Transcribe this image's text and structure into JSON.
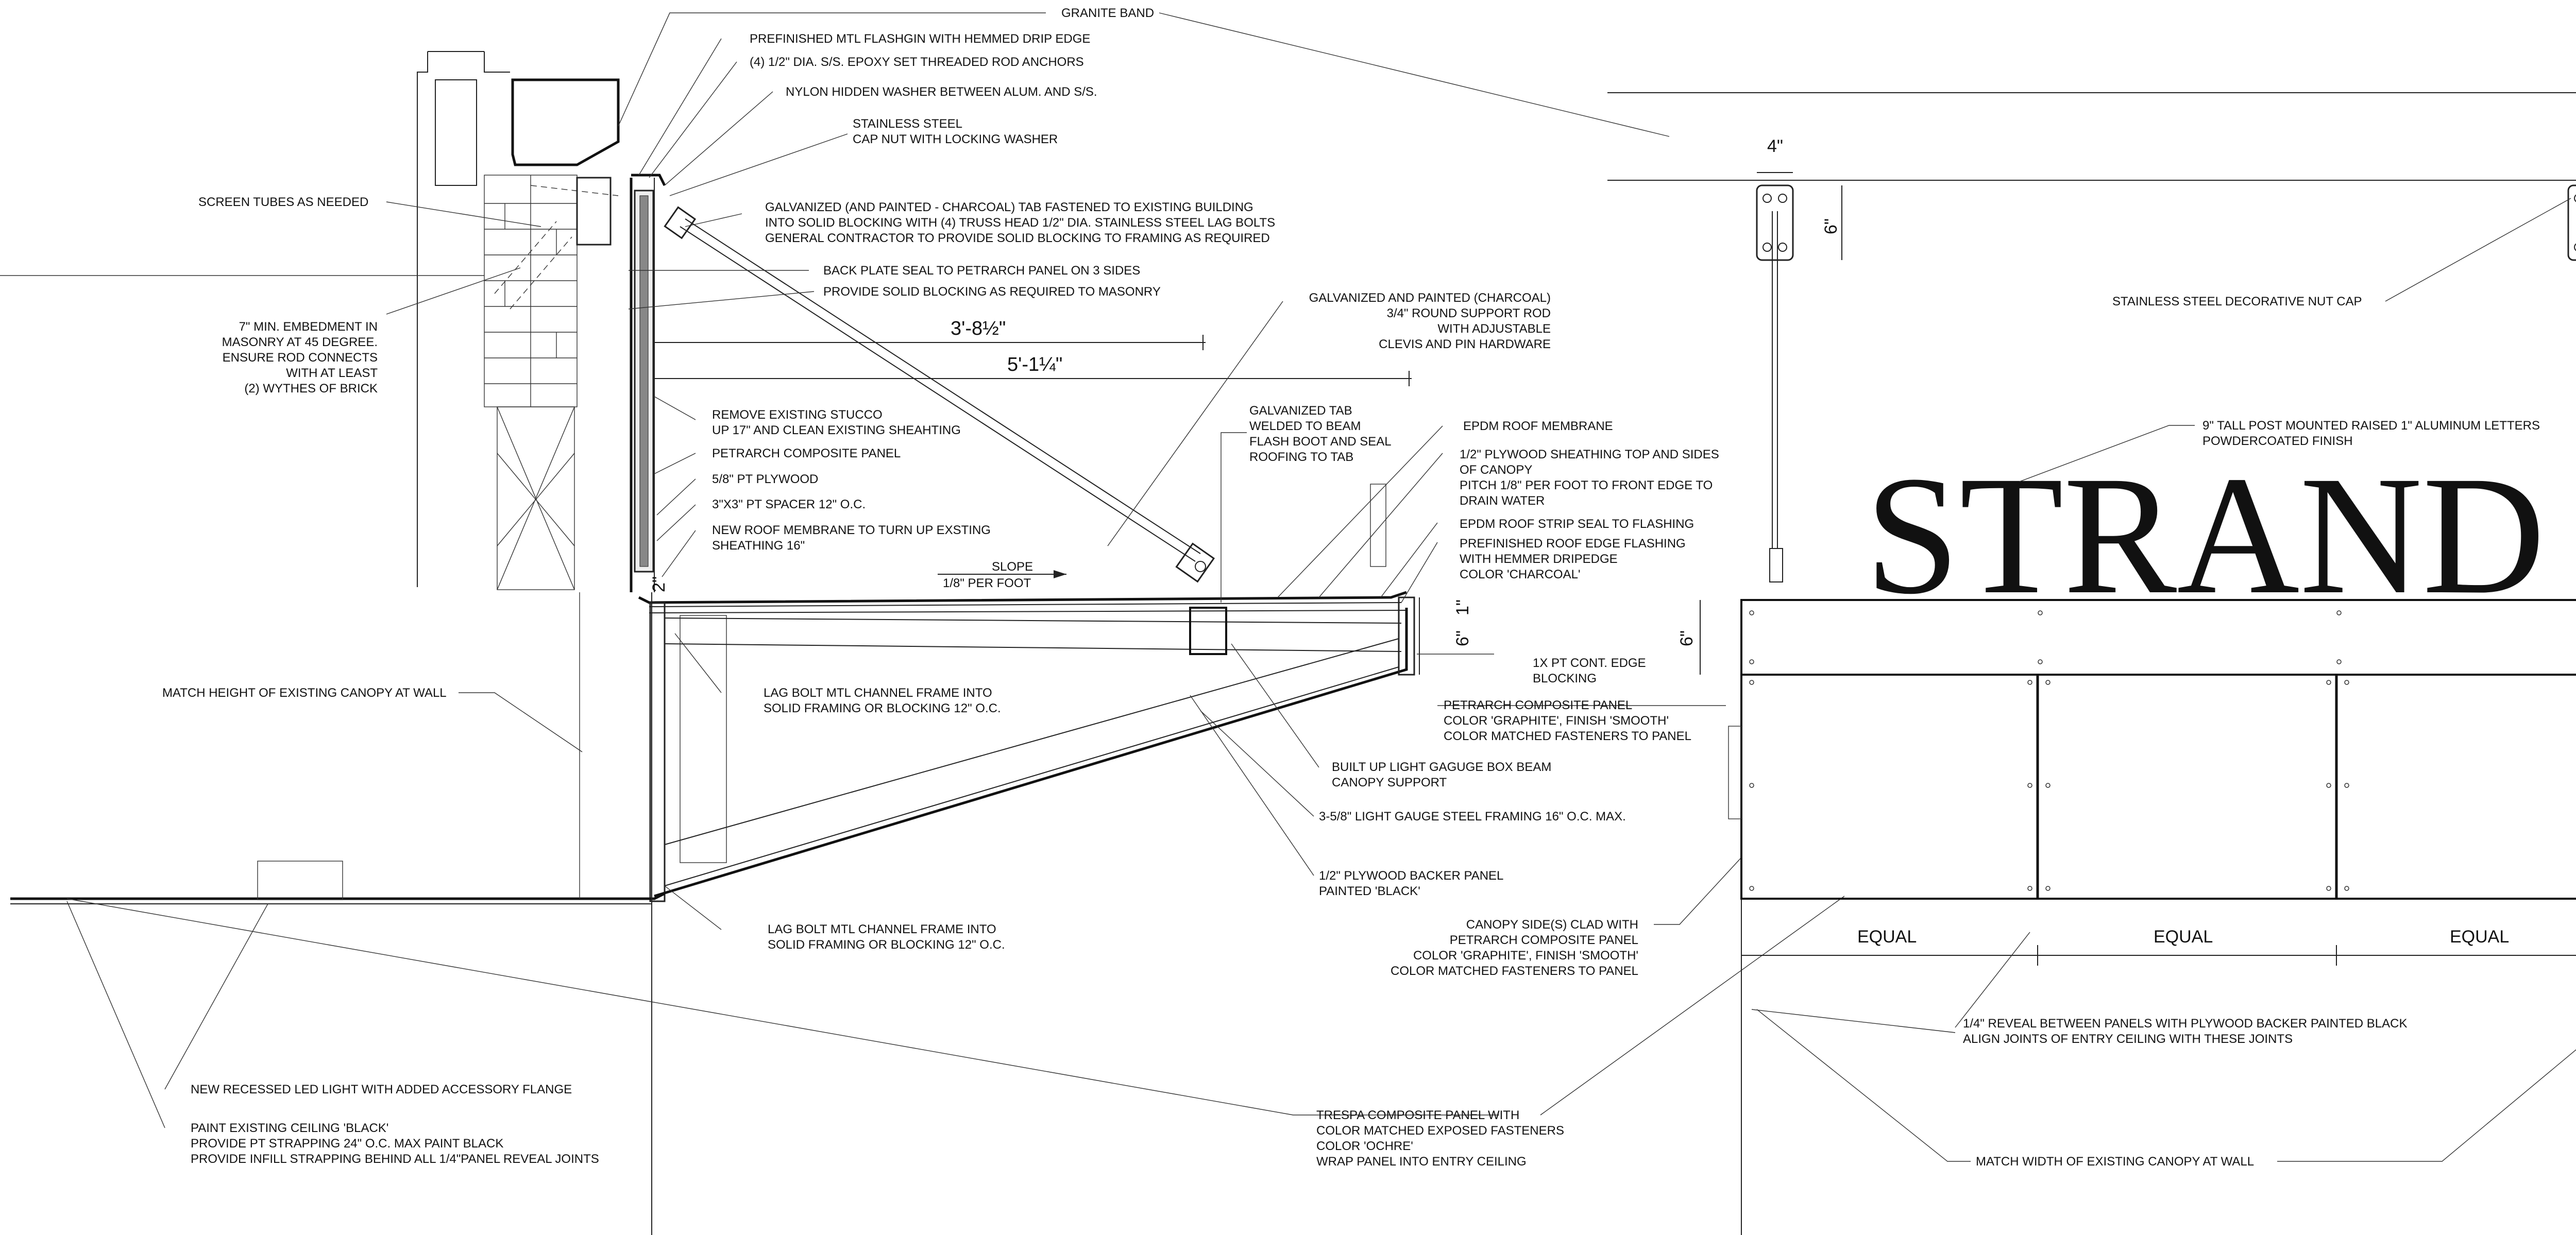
{
  "notes": {
    "granite_band": "GRANITE BAND",
    "flashing": "PREFINISHED MTL FLASHGIN WITH HEMMED DRIP EDGE",
    "rod_anchors": "(4) 1/2\" DIA. S/S. EPOXY SET THREADED ROD ANCHORS",
    "nylon_washer": "NYLON HIDDEN WASHER BETWEEN ALUM. AND S/S.",
    "cap_nut": [
      "STAINLESS STEEL",
      "CAP NUT WITH LOCKING WASHER"
    ],
    "screen_tubes": "SCREEN TUBES AS NEEDED",
    "galv_tab_building": [
      "GALVANIZED (AND PAINTED - CHARCOAL) TAB FASTENED TO EXISTING BUILDING",
      "INTO SOLID BLOCKING WITH (4) TRUSS HEAD 1/2\" DIA. STAINLESS STEEL LAG BOLTS",
      "GENERAL CONTRACTOR TO PROVIDE SOLID BLOCKING TO FRAMING AS REQUIRED"
    ],
    "back_plate": "BACK PLATE SEAL TO PETRARCH PANEL ON 3 SIDES",
    "solid_blocking": "PROVIDE SOLID BLOCKING AS REQUIRED TO MASONRY",
    "embedment": [
      "7\" MIN. EMBEDMENT IN",
      "MASONRY AT 45 DEGREE.",
      "ENSURE ROD CONNECTS",
      "WITH AT LEAST",
      "(2) WYTHES OF BRICK"
    ],
    "support_rod": [
      "GALVANIZED AND PAINTED (CHARCOAL)",
      "3/4\" ROUND SUPPORT ROD",
      "WITH ADJUSTABLE",
      "CLEVIS AND PIN HARDWARE"
    ],
    "remove_stucco": [
      "REMOVE EXISTING STUCCO",
      "UP 17\" AND CLEAN EXISTING SHEAHTING"
    ],
    "petrarch_panel": "PETRARCH COMPOSITE PANEL",
    "pt_plywood": "5/8\" PT PLYWOOD",
    "pt_spacer": "3\"X3\" PT SPACER 12\" O.C.",
    "new_roof_membrane": [
      "NEW ROOF MEMBRANE TO TURN UP EXSTING",
      "SHEATHING 16\""
    ],
    "galv_tab_beam": [
      "GALVANIZED TAB",
      "WELDED TO BEAM",
      "FLASH BOOT AND SEAL",
      "ROOFING TO TAB"
    ],
    "epdm_membrane": "EPDM ROOF MEMBRANE",
    "plywood_sheathing": [
      "1/2\" PLYWOOD SHEATHING TOP AND SIDES",
      "OF CANOPY",
      "PITCH 1/8\" PER FOOT TO FRONT EDGE TO",
      "DRAIN WATER"
    ],
    "epdm_strip": "EPDM ROOF STRIP SEAL TO FLASHING",
    "roof_edge_flashing": [
      "PREFINISHED ROOF EDGE FLASHING",
      "WITH HEMMER DRIPEDGE",
      "COLOR 'CHARCOAL'"
    ],
    "slope": [
      "SLOPE",
      "1/8\" PER FOOT"
    ],
    "edge_blocking": [
      "1X PT CONT. EDGE",
      "BLOCKING"
    ],
    "match_height": "MATCH HEIGHT OF EXISTING CANOPY AT WALL",
    "lag_bolt_top": [
      "LAG BOLT MTL CHANNEL FRAME INTO",
      "SOLID FRAMING OR BLOCKING 12\" O.C."
    ],
    "petrarch_graphite": [
      "PETRARCH COMPOSITE PANEL",
      "COLOR 'GRAPHITE', FINISH 'SMOOTH'",
      "COLOR MATCHED FASTENERS TO PANEL"
    ],
    "box_beam": [
      "BUILT UP LIGHT GAGUGE BOX BEAM",
      "CANOPY SUPPORT"
    ],
    "steel_framing": "3-5/8\" LIGHT GAUGE STEEL FRAMING 16\" O.C. MAX.",
    "plywood_backer": [
      "1/2\" PLYWOOD BACKER PANEL",
      "PAINTED 'BLACK'"
    ],
    "lag_bolt_bottom": [
      "LAG BOLT MTL CHANNEL FRAME INTO",
      "SOLID FRAMING OR BLOCKING 12\" O.C."
    ],
    "canopy_sides": [
      "CANOPY SIDE(S) CLAD WITH",
      "PETRARCH COMPOSITE PANEL",
      "COLOR 'GRAPHITE', FINISH 'SMOOTH'",
      "COLOR MATCHED FASTENERS TO PANEL"
    ],
    "led_light": "NEW RECESSED LED LIGHT WITH ADDED ACCESSORY FLANGE",
    "paint_ceiling": [
      "PAINT EXISTING CEILING 'BLACK'",
      "PROVIDE PT STRAPPING 24\" O.C. MAX PAINT BLACK",
      "PROVIDE INFILL STRAPPING BEHIND ALL 1/4\"PANEL REVEAL JOINTS"
    ],
    "trespa": [
      "TRESPA COMPOSITE PANEL WITH",
      "COLOR MATCHED EXPOSED FASTENERS",
      "COLOR 'OCHRE'",
      "WRAP PANEL INTO ENTRY CEILING"
    ],
    "nut_cap": "STAINLESS STEEL DECORATIVE NUT CAP",
    "letters": [
      "9\" TALL POST MOUNTED RAISED 1\" ALUMINUM LETTERS",
      "POWDERCOATED FINISH"
    ],
    "reveal": [
      "1/4\" REVEAL BETWEEN PANELS WITH PLYWOOD BACKER PAINTED BLACK",
      "ALIGN JOINTS OF ENTRY CEILING WITH THESE JOINTS"
    ],
    "match_width": "MATCH WIDTH OF EXISTING CANOPY AT WALL"
  },
  "dimensions": {
    "dim_3_8": "3'-8½\"",
    "dim_5_1": "5'-1¼\"",
    "dim_2": "2\"",
    "dim_6_fascia": "6\"",
    "dim_1": "1\"",
    "dim_6_elev": "6\"",
    "dim_4_bracket": "4\"",
    "dim_6_bracket": "6\"",
    "equal": [
      "EQUAL",
      "EQUAL",
      "EQUAL"
    ]
  },
  "signage": {
    "word": "STRAND"
  }
}
